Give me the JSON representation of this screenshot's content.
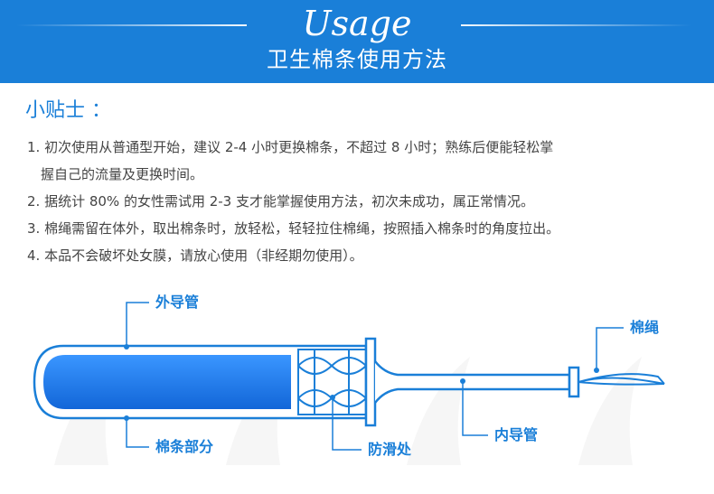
{
  "header": {
    "title": "Usage",
    "subtitle": "卫生棉条使用方法"
  },
  "tips": {
    "title": "小贴士 ：",
    "items": [
      "1. 初次使用从普通型开始，建议 2-4 小时更换棉条，不超过 8 小时；熟练后便能轻松掌",
      "握自己的流量及更换时间。",
      "2. 据统计 80% 的女性需试用 2-3 支才能掌握使用方法，初次未成功，属正常情况。",
      "3. 棉绳需留在体外，取出棉条时，放轻松，轻轻拉住棉绳，按照插入棉条时的角度拉出。",
      "4. 本品不会破坏处女膜，请放心使用（非经期勿使用）。"
    ]
  },
  "diagram": {
    "labels": {
      "outer_tube": "外导管",
      "string": "棉绳",
      "tampon_part": "棉条部分",
      "grip": "防滑处",
      "inner_tube": "内导管"
    }
  },
  "colors": {
    "brand_blue": "#1a7fd8",
    "tampon_blue": "#1e7ff0"
  }
}
